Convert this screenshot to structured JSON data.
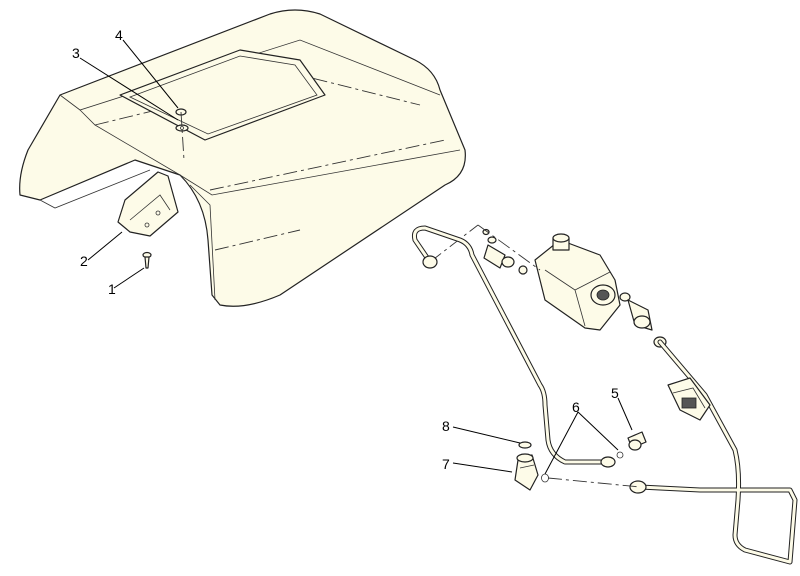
{
  "callouts": [
    {
      "id": "callout-1",
      "label": "1"
    },
    {
      "id": "callout-2",
      "label": "2"
    },
    {
      "id": "callout-3",
      "label": "3"
    },
    {
      "id": "callout-4",
      "label": "4"
    },
    {
      "id": "callout-5",
      "label": "5"
    },
    {
      "id": "callout-6",
      "label": "6"
    },
    {
      "id": "callout-7",
      "label": "7"
    },
    {
      "id": "callout-8",
      "label": "8"
    }
  ],
  "colors": {
    "part_fill": "#fdfbe8",
    "outline": "#222222"
  }
}
